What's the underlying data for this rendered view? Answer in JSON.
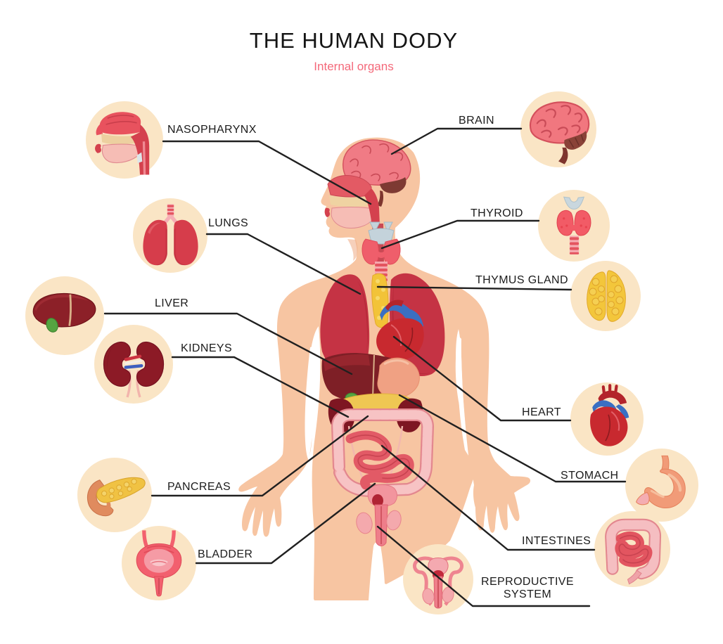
{
  "header": {
    "title": "THE HUMAN DODY",
    "subtitle": "Internal organs"
  },
  "callouts": [
    {
      "id": "nasopharynx",
      "label": "NASOPHARYNX"
    },
    {
      "id": "brain",
      "label": "BRAIN"
    },
    {
      "id": "lungs",
      "label": "LUNGS"
    },
    {
      "id": "thyroid",
      "label": "THYROID"
    },
    {
      "id": "thymus-gland",
      "label": "THYMUS GLAND"
    },
    {
      "id": "liver",
      "label": "LIVER"
    },
    {
      "id": "kidneys",
      "label": "KIDNEYS"
    },
    {
      "id": "heart",
      "label": "HEART"
    },
    {
      "id": "stomach",
      "label": "STOMACH"
    },
    {
      "id": "pancreas",
      "label": "PANCREAS"
    },
    {
      "id": "bladder",
      "label": "BLADDER"
    },
    {
      "id": "intestines",
      "label": "INTESTINES"
    },
    {
      "id": "reproductive-system",
      "label": "REPRODUCTIVE SYSTEM"
    }
  ],
  "colors": {
    "title_text": "#141414",
    "subtitle_pink": "#F4697A",
    "label_text": "#1B1B1B",
    "callout_line": "#202020",
    "skin": "#F7C5A2",
    "badge_background": "#FAE5C5",
    "lung_red": "#C53344",
    "liver_maroon": "#7E1F26",
    "kidney_red": "#7E1622",
    "thymus_yellow": "#F2C338",
    "heart_red": "#C8292F",
    "vein_blue": "#3A6FC2",
    "stomach_salmon": "#F09B78",
    "intestine_pink": "#F2A8AB"
  }
}
